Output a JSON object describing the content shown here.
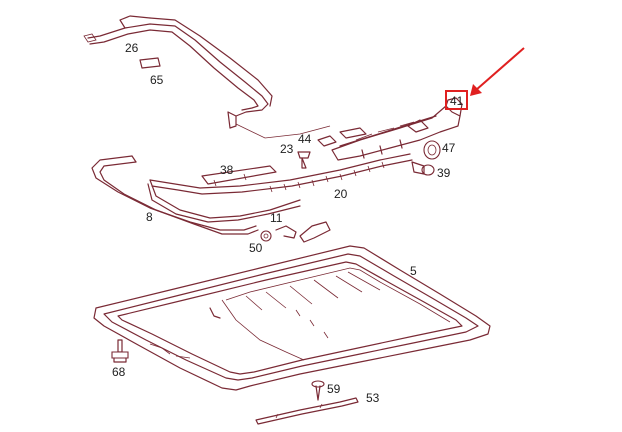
{
  "labels": {
    "l26": "26",
    "l65": "65",
    "l41": "41",
    "l44": "44",
    "l23": "23",
    "l47": "47",
    "l38": "38",
    "l39": "39",
    "l20": "20",
    "l8": "8",
    "l11": "11",
    "l50": "50",
    "l5": "5",
    "l68": "68",
    "l59": "59",
    "l53": "53"
  },
  "highlight": {
    "label": "41",
    "color": "#e02020"
  },
  "colors": {
    "line_art": "#7a2a35",
    "label_text": "#222222",
    "background": "#ffffff"
  }
}
